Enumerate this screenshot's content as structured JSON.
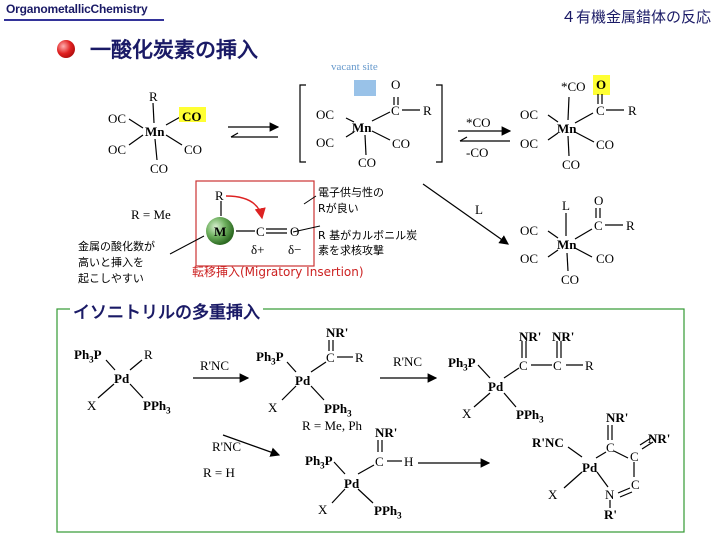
{
  "header": {
    "left": "OrganometallicChemistry",
    "right": "４有機金属錯体の反応"
  },
  "title": "一酸化炭素の挿入",
  "section2_title": "イソニトリルの多重挿入",
  "labels": {
    "vacant_site": "vacant site",
    "r_eq_me": "R = Me",
    "electron_donor_line1": "電子供与性の",
    "electron_donor_line2": "Rが良い",
    "carbonyl_line1": "R 基がカルボニル炭",
    "carbonyl_line2": "素を求核攻撃",
    "oxidation_line1": "金属の酸化数が",
    "oxidation_line2": "高いと挿入を",
    "oxidation_line3": "起こしやすい",
    "migratory": "転移挿入(Migratory Insertion)",
    "plus_co": "*CO",
    "minus_co": "-CO",
    "ligand_l": "L",
    "r_me_ph": "R = Me, Ph",
    "r_nc_1": "R'NC",
    "r_nc_2": "R'NC",
    "r_nc_3": "R'NC",
    "r_eq_h": "R = H"
  },
  "atoms": {
    "mn": "Mn",
    "co": "CO",
    "oc": "OC",
    "r": "R",
    "o": "O",
    "c": "C",
    "l": "L",
    "m": "M",
    "d_plus": "δ+",
    "d_minus": "δ−",
    "pd": "Pd",
    "x": "X",
    "pph3": "PPh3",
    "ph3p": "Ph3P",
    "nr": "NR'",
    "h": "H",
    "rnc": "R'NC",
    "n": "N",
    "rp": "R'",
    "star_co": "*CO"
  }
}
